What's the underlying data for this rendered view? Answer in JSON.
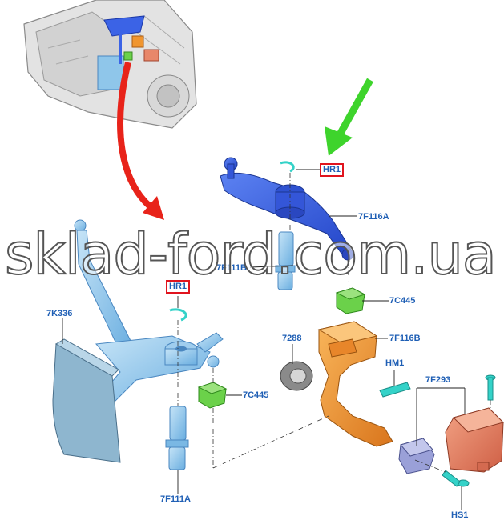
{
  "diagram": {
    "labels": {
      "hr1_top": "HR1",
      "f116a": "7F116A",
      "f111b": "7F111B",
      "c445_right": "7C445",
      "hr1_left": "HR1",
      "k336": "7K336",
      "l7288": "7288",
      "f116b": "7F116B",
      "hm1": "HM1",
      "f293": "7F293",
      "c445_left": "7C445",
      "f111a": "7F111A",
      "hs1": "HS1"
    },
    "watermark": "sklad-ford.com.ua"
  },
  "colors": {
    "label_blue": "#1f5fb5",
    "highlight_red": "#e0141e",
    "arrow_red": "#e8231a",
    "arrow_green": "#3ed42c",
    "part_blue": "#3b63e6",
    "part_light_blue": "#8fc6ea",
    "part_orange": "#f0952f",
    "part_green": "#6bd14a",
    "part_salmon": "#e8876a",
    "part_lavender": "#9aa0d8",
    "part_cyan": "#34d2c8"
  }
}
